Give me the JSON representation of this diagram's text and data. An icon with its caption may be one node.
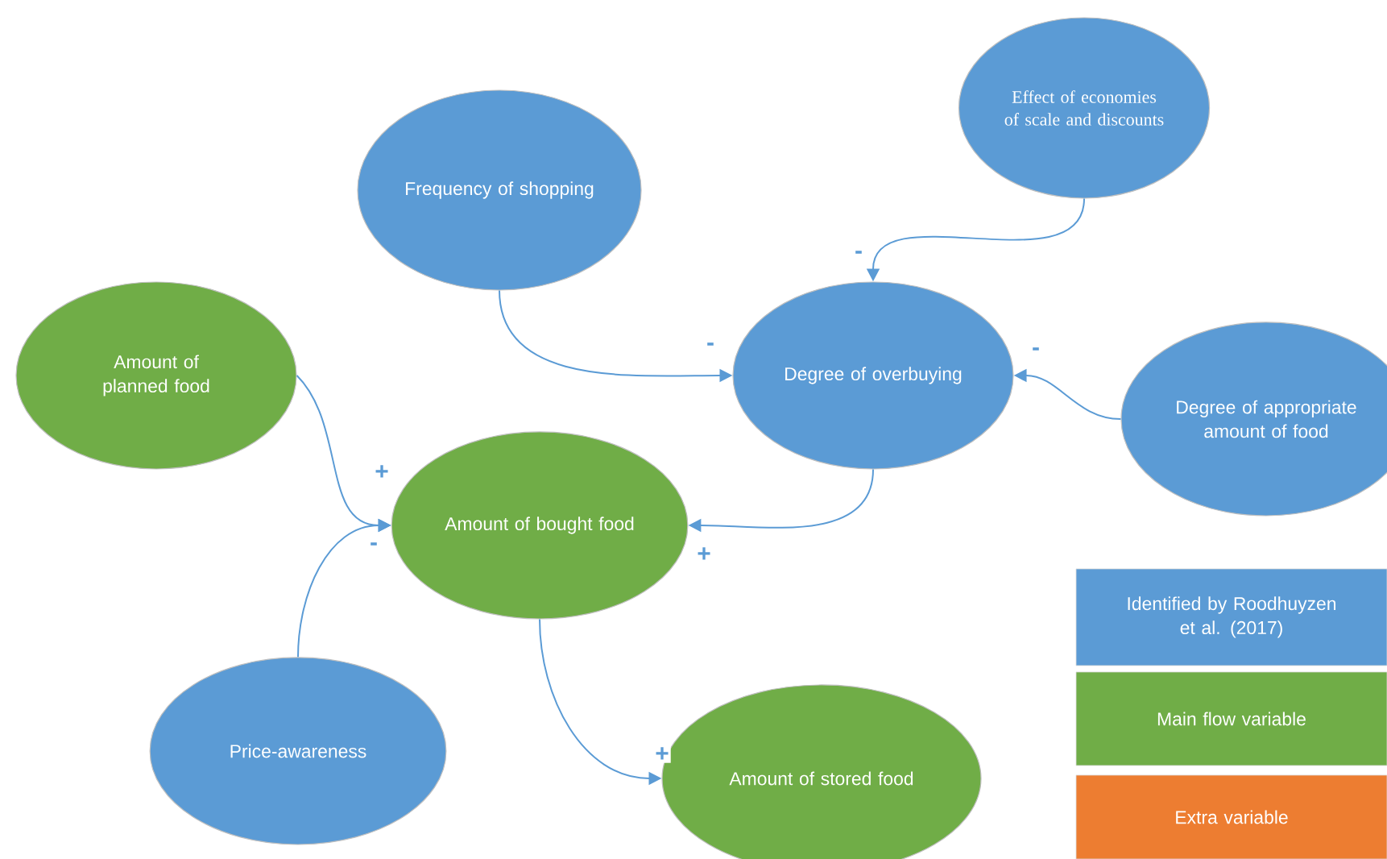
{
  "diagram": {
    "nodes": [
      {
        "text": [
          "Effect of economies of scale and discounts"
        ]
      },
      {
        "text": [
          "Frequency of shopping"
        ]
      },
      {
        "text": [
          "Amount of planned food"
        ]
      },
      {
        "text": [
          "Degree of overbuying"
        ]
      },
      {
        "text": [
          "Degree of appropriate amount of food"
        ]
      },
      {
        "text": [
          "Amount of bought food"
        ]
      },
      {
        "text": [
          "Price-awareness"
        ]
      },
      {
        "text": [
          "Amount of stored food"
        ]
      }
    ],
    "edges": [
      {
        "from": 0,
        "to": 3,
        "arrow": "to",
        "label": "-"
      },
      {
        "from": 1,
        "to": 3,
        "arrow": "to",
        "label": "-"
      },
      {
        "from": 4,
        "to": 3,
        "arrow": "to",
        "label": "-"
      },
      {
        "from": 2,
        "to": 5,
        "arrow": "to",
        "label": "+"
      },
      {
        "from": 6,
        "to": 5,
        "arrow": "to",
        "label": "-"
      },
      {
        "from": 3,
        "to": 5,
        "arrow": "to",
        "label": "+"
      },
      {
        "from": 5,
        "to": 7,
        "arrow": "to",
        "label": "+"
      }
    ],
    "legend": [
      {
        "text": "Identified by Roodhuyzen et al. (2017)",
        "color": "#5b9bd5"
      },
      {
        "text": "Main flow variable",
        "color": "#70ad47"
      },
      {
        "text": "Extra variable",
        "color": "#ed7d31"
      }
    ]
  }
}
